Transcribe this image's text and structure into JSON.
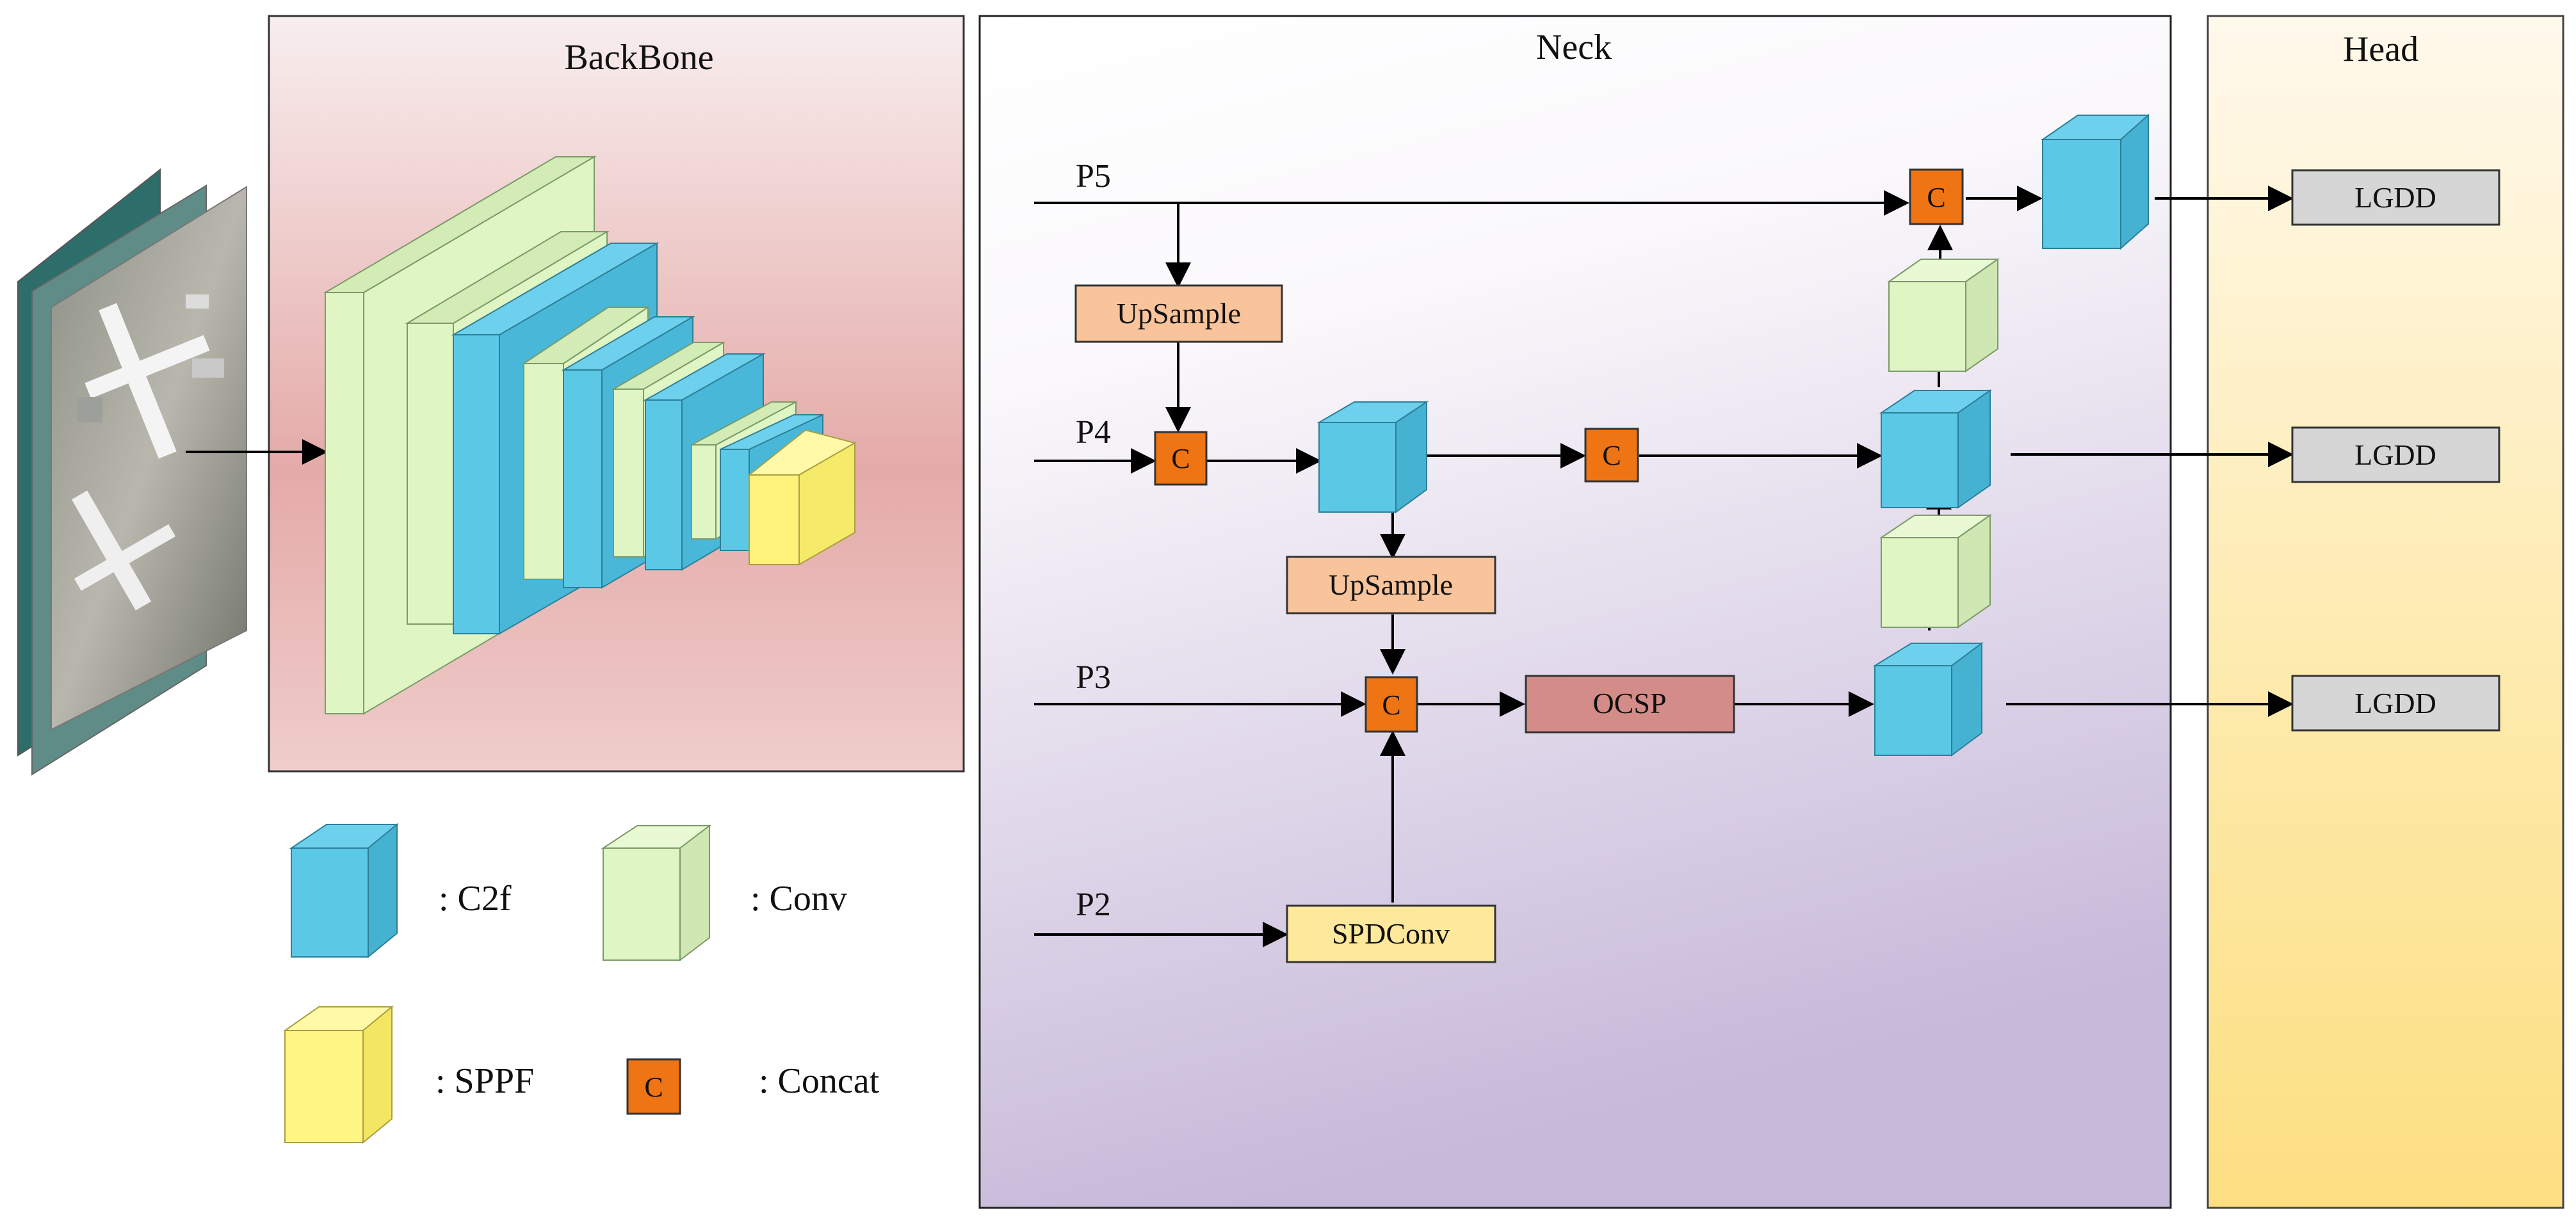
{
  "panels": {
    "backbone": "BackBone",
    "neck": "Neck",
    "head": "Head"
  },
  "inputs": {
    "p5": "P5",
    "p4": "P4",
    "p3": "P3",
    "p2": "P2"
  },
  "modules": {
    "upsample_top": "UpSample",
    "upsample_mid": "UpSample",
    "ocsp": "OCSP",
    "spdconv": "SPDConv",
    "concat_symbol": "C"
  },
  "head_outputs": [
    "LGDD",
    "LGDD",
    "LGDD"
  ],
  "legend": {
    "c2f": ":  C2f",
    "conv": ":  Conv",
    "sppf": ":  SPPF",
    "concat": ":  Concat"
  },
  "colors": {
    "c2f": "#5bc8e6",
    "conv": "#dff5c4",
    "sppf": "#fff685",
    "concat": "#ef7413",
    "upsample": "#f9c49b",
    "ocsp": "#d48c88",
    "spdconv": "#fde89c",
    "lgdd": "#d6d6d6"
  }
}
